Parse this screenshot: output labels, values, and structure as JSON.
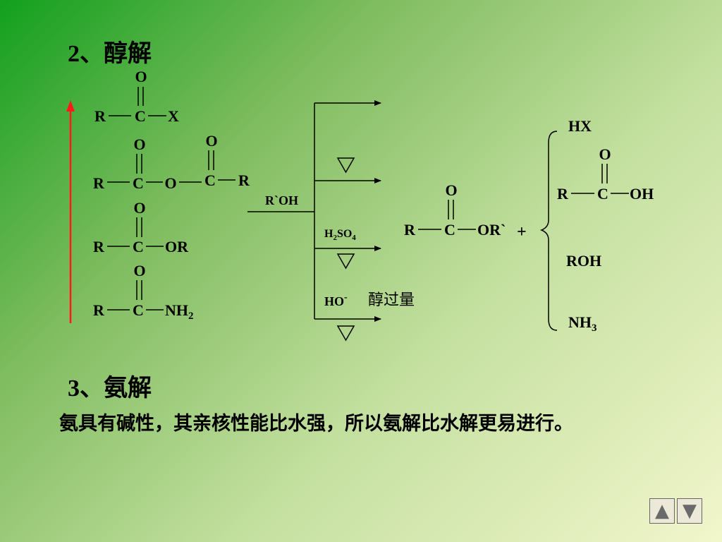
{
  "headings": {
    "alcoholysis": "2、醇解",
    "aminolysis": "3、氨解"
  },
  "body_text": "氨具有碱性，其亲核性能比水强，所以氨解比水解更易进行。",
  "reactants": {
    "acyl_halide": {
      "o": "O",
      "r": "R",
      "c": "C",
      "x": "X"
    },
    "anhydride": {
      "o1": "O",
      "r1": "R",
      "c1": "C",
      "o_mid": "O",
      "o2": "O",
      "c2": "C",
      "r2": "R"
    },
    "ester": {
      "o": "O",
      "r": "R",
      "c": "C",
      "or": "OR"
    },
    "amide": {
      "o": "O",
      "r": "R",
      "c": "C",
      "nh2": "NH",
      "nh2_sub": "2"
    }
  },
  "reagent": "R`OH",
  "conditions": {
    "catalyst_acid": {
      "h": "H",
      "sub2": "2",
      "so": "SO",
      "sub4": "4"
    },
    "catalyst_base": {
      "ho": "HO",
      "minus": "-"
    },
    "excess": "醇过量"
  },
  "product": {
    "o": "O",
    "r": "R",
    "c": "C",
    "or": "OR`",
    "plus": "+"
  },
  "byproducts": {
    "hx": "HX",
    "acid": {
      "o": "O",
      "r": "R",
      "c": "C",
      "oh": "OH"
    },
    "roh": "ROH",
    "nh3": "NH",
    "nh3_sub": "3"
  },
  "colors": {
    "reactivity_arrow": "#ff1a1a"
  },
  "icons": {
    "prev": "triangle-up-icon",
    "next": "triangle-down-icon"
  },
  "nav": {
    "prev_symbol": "▲",
    "next_symbol": "▼"
  }
}
